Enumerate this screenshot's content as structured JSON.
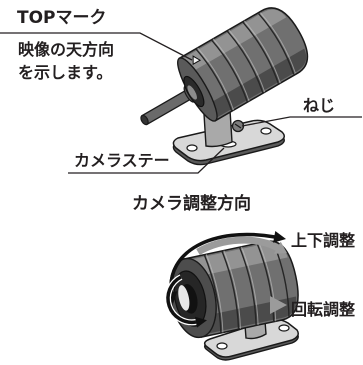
{
  "callouts": {
    "top_mark": {
      "label": "TOPマーク",
      "note_line1": "映像の天方向",
      "note_line2": "を示します。"
    },
    "screw": "ねじ",
    "camera_stay": "カメラステー"
  },
  "adjustment": {
    "heading": "カメラ調整方向",
    "tilt_label": "上下調整",
    "rotation_label": "回転調整"
  }
}
